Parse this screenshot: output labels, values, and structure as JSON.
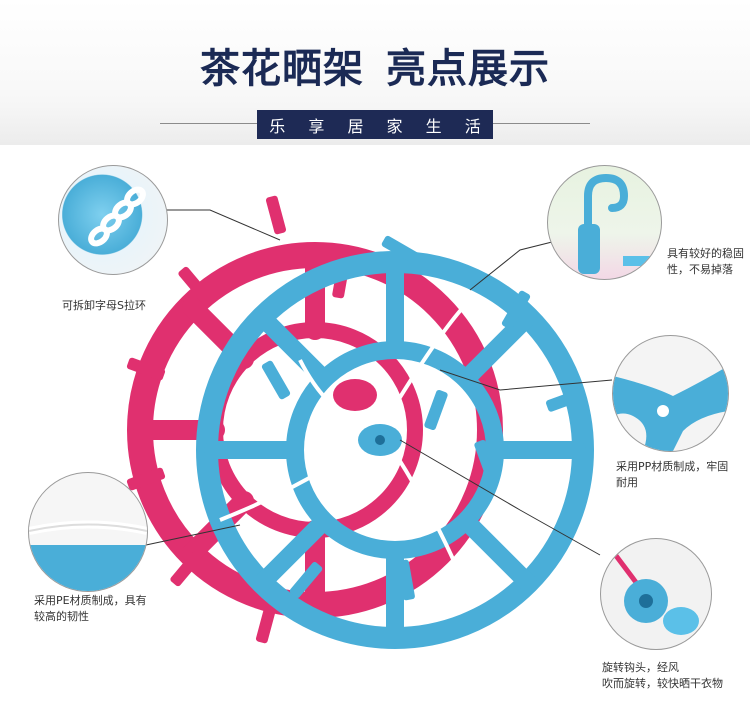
{
  "header": {
    "title_main": "茶花晒架",
    "title_sub": "亮点展示",
    "tagline": "乐 享 居 家 生 活"
  },
  "callouts": {
    "chain": "可拆卸字母S拉环",
    "hook_line1": "具有较好的稳固",
    "hook_line2": "性，不易掉落",
    "pp_line1": "采用PP材质制成，牢固",
    "pp_line2": "耐用",
    "pe_line1": "采用PE材质制成，具有",
    "pe_line2": "较高的韧性",
    "spin_line1": "旋转钩头，经风",
    "spin_line2": "吹而旋转，较快晒干衣物"
  },
  "colors": {
    "navy": "#1e2a55",
    "blue": "#4aaed8",
    "pink": "#e0306f",
    "white": "#ffffff"
  }
}
